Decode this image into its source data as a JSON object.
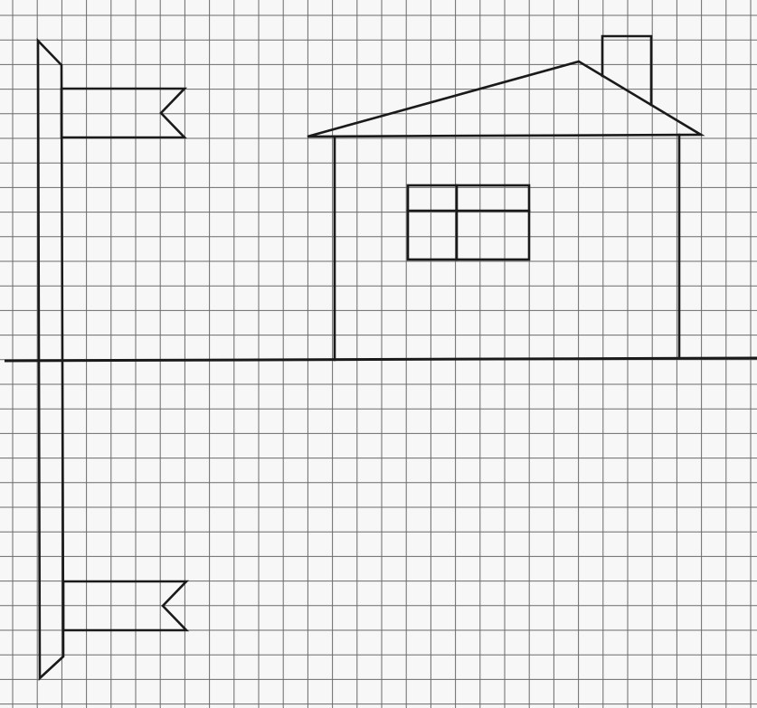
{
  "figure": {
    "description_kind": "grid-drawing",
    "colors": {
      "paper": "#f7f7f7",
      "grid": "#6b6b6b",
      "ink": "#1a1a1a"
    },
    "elements": [
      "grid-paper",
      "mirror-axis-line",
      "flagpole",
      "flag-upper",
      "flag-lower",
      "house-roof",
      "house-walls",
      "house-chimney",
      "house-window"
    ]
  }
}
